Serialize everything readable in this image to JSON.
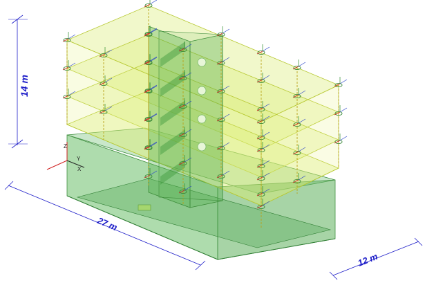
{
  "dimensions": {
    "height_label": "14 m",
    "length_label": "27 m",
    "width_label": "12 m"
  },
  "axes": {
    "x_label": "X",
    "y_label": "Y",
    "z_label": "Z"
  },
  "model": {
    "floors": 5,
    "base_color": "#4caf50",
    "upper_color": "#c8e63c",
    "core_color": "#5fb84a",
    "dimension_color": "#1c1cc8"
  }
}
